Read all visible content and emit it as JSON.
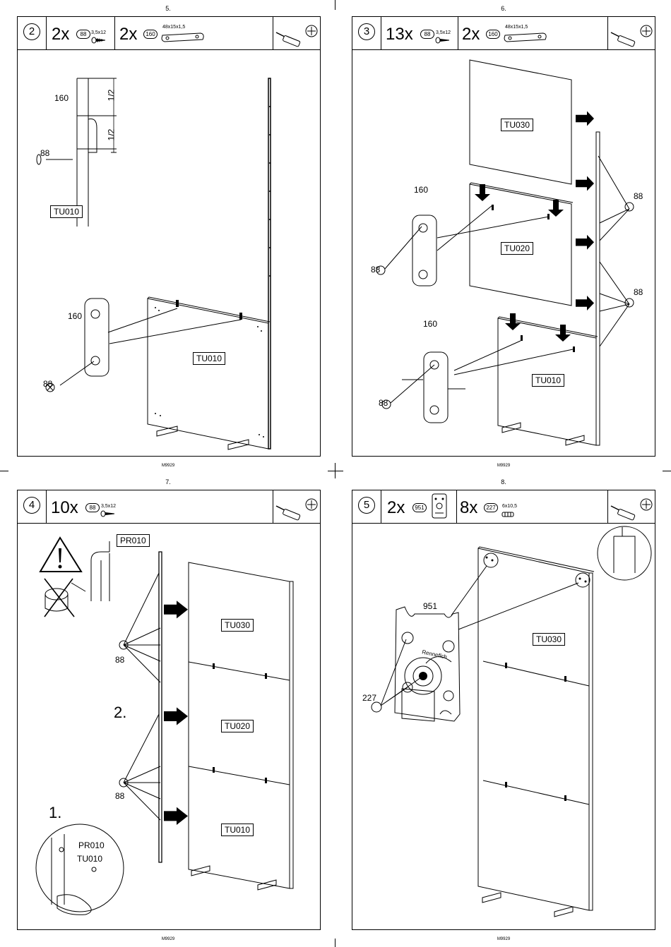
{
  "doc_code": "M9929",
  "page_numbers": [
    "5.",
    "6.",
    "7.",
    "8."
  ],
  "steps": [
    {
      "step": "2",
      "parts": [
        {
          "qty": "2x",
          "id": "88",
          "dim": "3,5x12"
        },
        {
          "qty": "2x",
          "id": "160",
          "dim": "48x15x1,5"
        }
      ],
      "labels": {
        "p160a": "160",
        "p88a": "88",
        "half1": "1/2",
        "half2": "1/2",
        "panel_top": "TU010",
        "p160b": "160",
        "p88b": "88",
        "panel_main": "TU010"
      }
    },
    {
      "step": "3",
      "parts": [
        {
          "qty": "13x",
          "id": "88",
          "dim": "3,5x12"
        },
        {
          "qty": "2x",
          "id": "160",
          "dim": "48x15x1,5"
        }
      ],
      "labels": {
        "tu030": "TU030",
        "tu020": "TU020",
        "tu010": "TU010",
        "p160a": "160",
        "p88a": "88",
        "p160b": "160",
        "p88b": "88",
        "p88c": "88",
        "p88d": "88"
      }
    },
    {
      "step": "4",
      "parts": [
        {
          "qty": "10x",
          "id": "88",
          "dim": "3,5x12"
        }
      ],
      "labels": {
        "pr010": "PR010",
        "tu030": "TU030",
        "tu020": "TU020",
        "tu010": "TU010",
        "p88a": "88",
        "p88b": "88",
        "sub2": "2.",
        "sub1": "1.",
        "zoom_pr010": "PR010",
        "zoom_tu010": "TU010"
      }
    },
    {
      "step": "5",
      "parts": [
        {
          "qty": "2x",
          "id": "951",
          "dim": ""
        },
        {
          "qty": "8x",
          "id": "227",
          "dim": "6x10,5"
        }
      ],
      "labels": {
        "tu030": "TU030",
        "p951": "951",
        "p227": "227",
        "brand": "Renneflch"
      }
    }
  ]
}
